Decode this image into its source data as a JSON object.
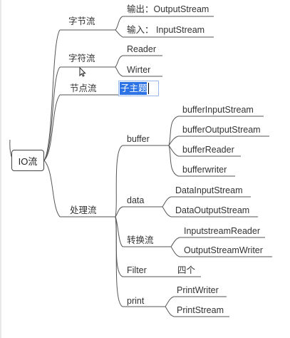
{
  "mindmap": {
    "root": "IO流",
    "branches": [
      {
        "id": "byte",
        "label": "字节流",
        "children": [
          "输出：OutputStream",
          "输入： InputStream"
        ]
      },
      {
        "id": "char",
        "label": "字符流",
        "children": [
          "Reader",
          "Wirter"
        ]
      },
      {
        "id": "node",
        "label": "节点流",
        "children": []
      },
      {
        "id": "process",
        "label": "处理流",
        "children": [
          {
            "id": "buffer",
            "label": "buffer",
            "children": [
              "bufferInputStream",
              "bufferOutputStream",
              "bufferReader",
              "bufferwriter"
            ]
          },
          {
            "id": "data",
            "label": "data",
            "children": [
              "DataInputStream",
              "DataOutputStream"
            ]
          },
          {
            "id": "convert",
            "label": "转换流",
            "children": [
              "InputstreamReader",
              "OutputStreamWriter"
            ]
          },
          {
            "id": "filter",
            "label": "Filter",
            "children": [
              "四个"
            ]
          },
          {
            "id": "print",
            "label": "print",
            "children": [
              "PrintWriter",
              "PrintStream"
            ]
          }
        ]
      }
    ],
    "editing_node": "子主题"
  },
  "colors": {
    "line": "#555555",
    "selection": "#2d73e6",
    "text": "#333333"
  }
}
